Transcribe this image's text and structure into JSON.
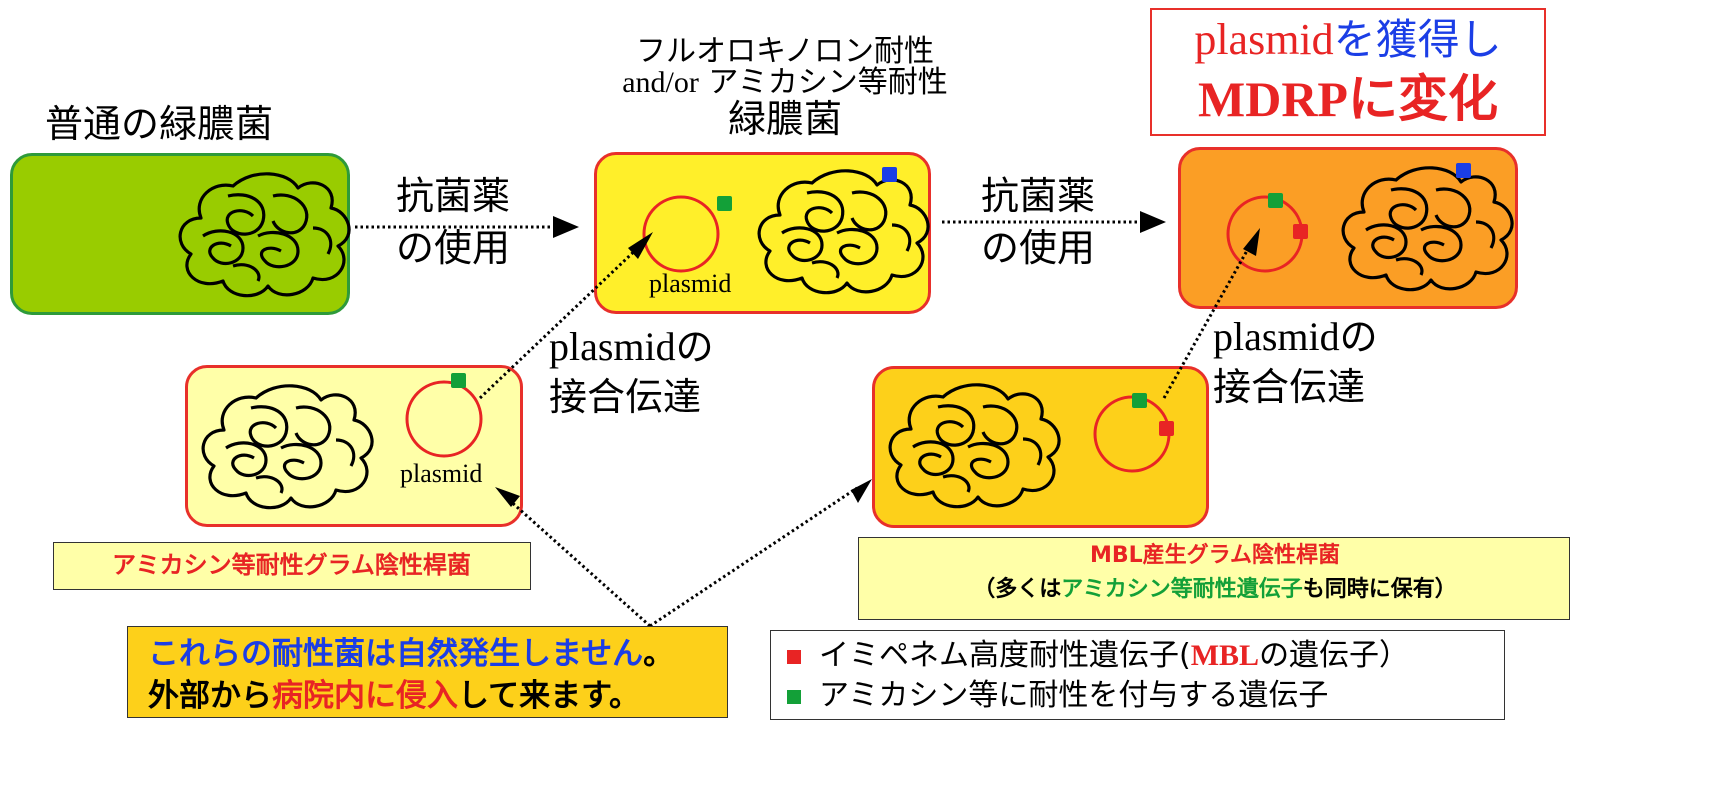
{
  "normal": {
    "title": "普通の緑膿菌"
  },
  "stage1": {
    "arrow_line1": "抗菌薬",
    "arrow_line2": "の使用"
  },
  "resistant": {
    "line1": "フルオロキノロン耐性",
    "line2_prefix": "and/or",
    "line2_rest": " アミカシン等耐性",
    "line3": "緑膿菌",
    "plasmid_label": "plasmid"
  },
  "stage2": {
    "arrow_line1": "抗菌薬",
    "arrow_line2": "の使用"
  },
  "mdrp_box": {
    "line1_a": "plasmid",
    "line1_b": "を獲得し",
    "line2": "MDRPに変化"
  },
  "transfer_left": {
    "line1_a": "plasmid",
    "line1_b": "の",
    "line2": "接合伝達"
  },
  "transfer_right": {
    "line1_a": "plasmid",
    "line1_b": "の",
    "line2": "接合伝達"
  },
  "amikacin_cell": {
    "plasmid_label": "plasmid",
    "caption": "アミカシン等耐性グラム陰性桿菌"
  },
  "mbl_cell": {
    "caption_line1": "MBL産生グラム陰性桿菌",
    "caption_line2_a": "（多くは",
    "caption_line2_b": "アミカシン等耐性遺伝子",
    "caption_line2_c": "も同時に保有）"
  },
  "note": {
    "line1_a": "これらの耐性菌は",
    "line1_b": "自然発生しません",
    "line1_c": "。",
    "line2_a": "外部から",
    "line2_b": "病院内に侵入",
    "line2_c": "して来ます。"
  },
  "legend": {
    "item1_a": "イミペネム高度耐性遺伝子(",
    "item1_b": "MBL",
    "item1_c": "の遺伝子）",
    "item2": "アミカシン等に耐性を付与する遺伝子"
  },
  "colors": {
    "normal_fill": "#99cc00",
    "normal_border": "#2e9a3a",
    "resistant_fill": "#ffef2a",
    "mdrp_fill": "#fb9e25",
    "amikacin_fill": "#ffffa8",
    "mbl_fill": "#fdd01a",
    "cell_border": "#e8302a",
    "red_marker": "#e82424",
    "green_marker": "#13a038",
    "blue_marker": "#1b3ee6",
    "note_fill": "#fdd01a"
  }
}
